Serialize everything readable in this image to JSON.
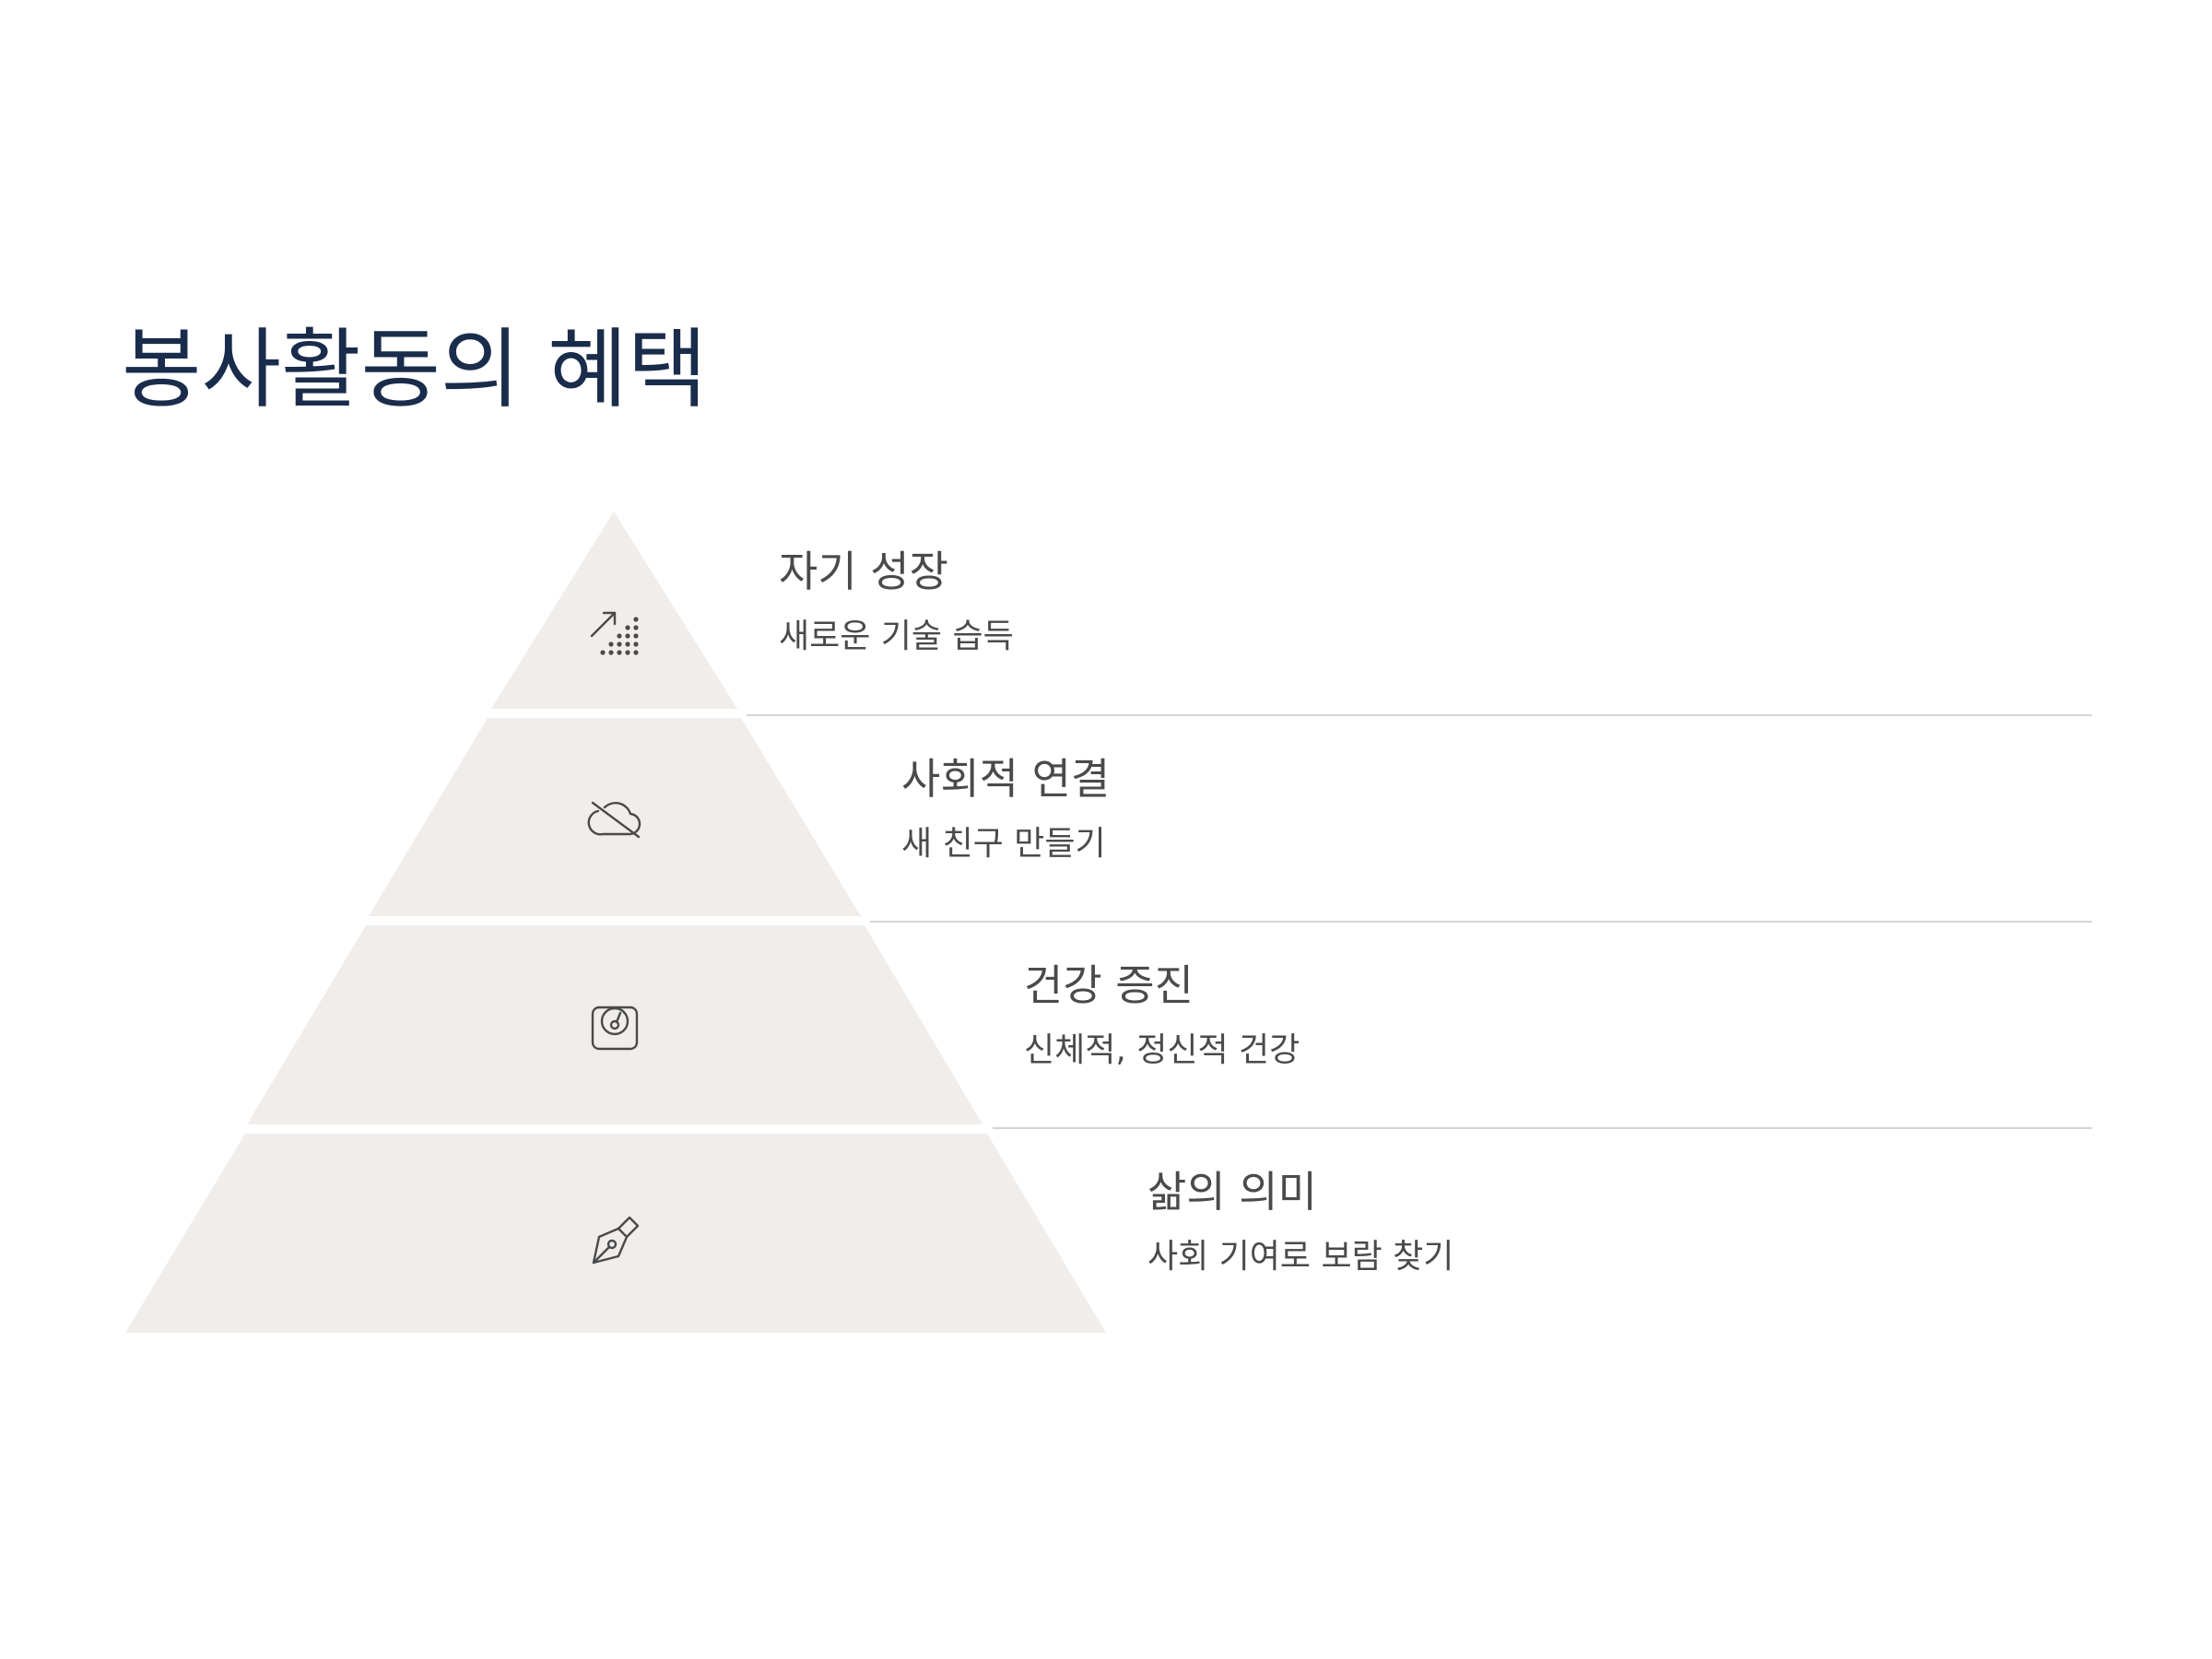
{
  "title": "봉사활동의 혜택",
  "colors": {
    "title": "#1a2c4b",
    "tier_fill": "#f0edeb",
    "text": "#4a4a4a",
    "divider": "#d4d4d4",
    "icon": "#4a4a4a"
  },
  "levels": [
    {
      "title": "자기 성장",
      "subtitle": "새로운 기술 습득",
      "icon": "growth-chart-icon"
    },
    {
      "title": "사회적 연결",
      "subtitle": "새 친구 만들기",
      "icon": "cloud-off-icon"
    },
    {
      "title": "건강 증진",
      "subtitle": "신체적, 정신적 건강",
      "icon": "weighing-scale-icon"
    },
    {
      "title": "삶의 의미",
      "subtitle": "사회 기여로 보람 찾기",
      "icon": "fountain-pen-icon"
    }
  ]
}
